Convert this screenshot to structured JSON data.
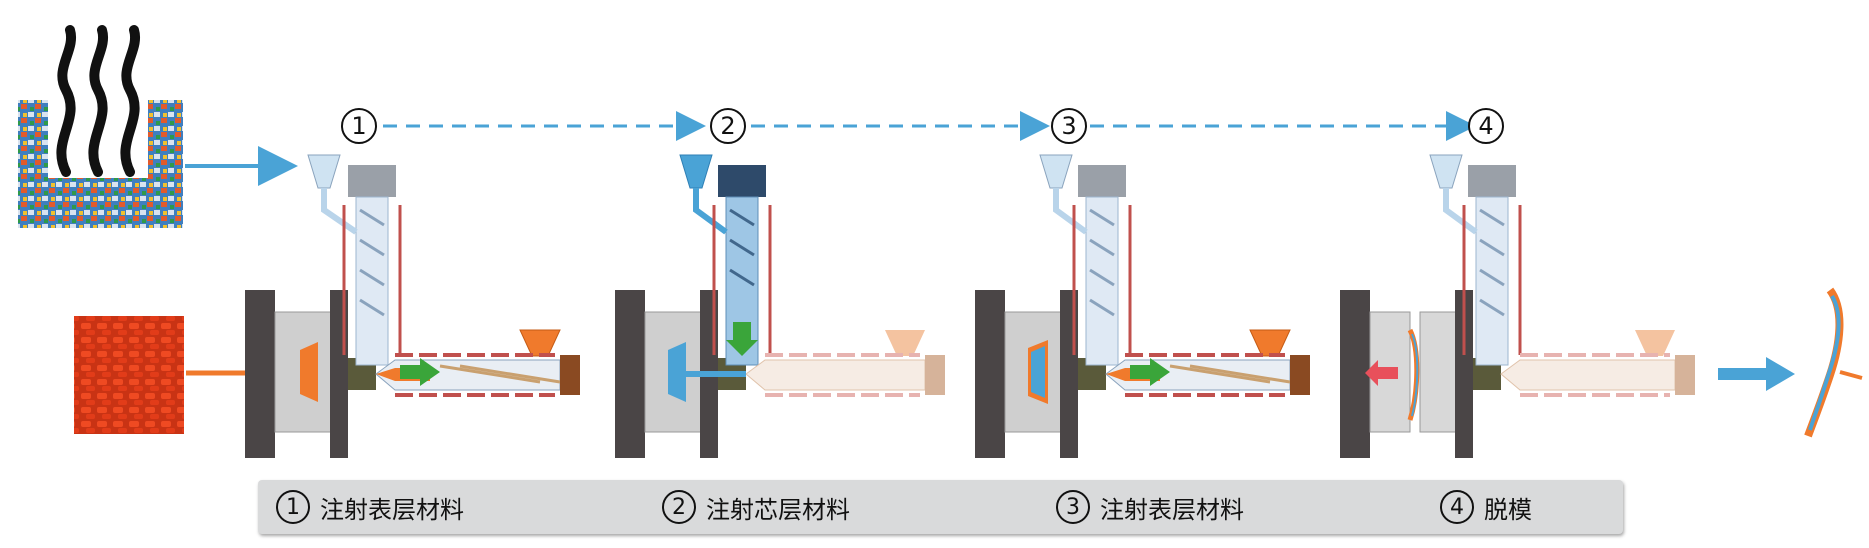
{
  "steps": [
    {
      "number": "1",
      "label": "注射表层材料"
    },
    {
      "number": "2",
      "label": "注射芯层材料"
    },
    {
      "number": "3",
      "label": "注射表层材料"
    },
    {
      "number": "4",
      "label": "脱模"
    }
  ],
  "colors": {
    "skin_material": "#f07a2c",
    "core_material": "#4aa3d6",
    "flow_arrow_green": "#3aa53a",
    "eject_arrow_red": "#e8505b",
    "mold_dark": "#4a4546",
    "heater_band": "#c0504d",
    "legend_bg": "#d9dadb"
  }
}
